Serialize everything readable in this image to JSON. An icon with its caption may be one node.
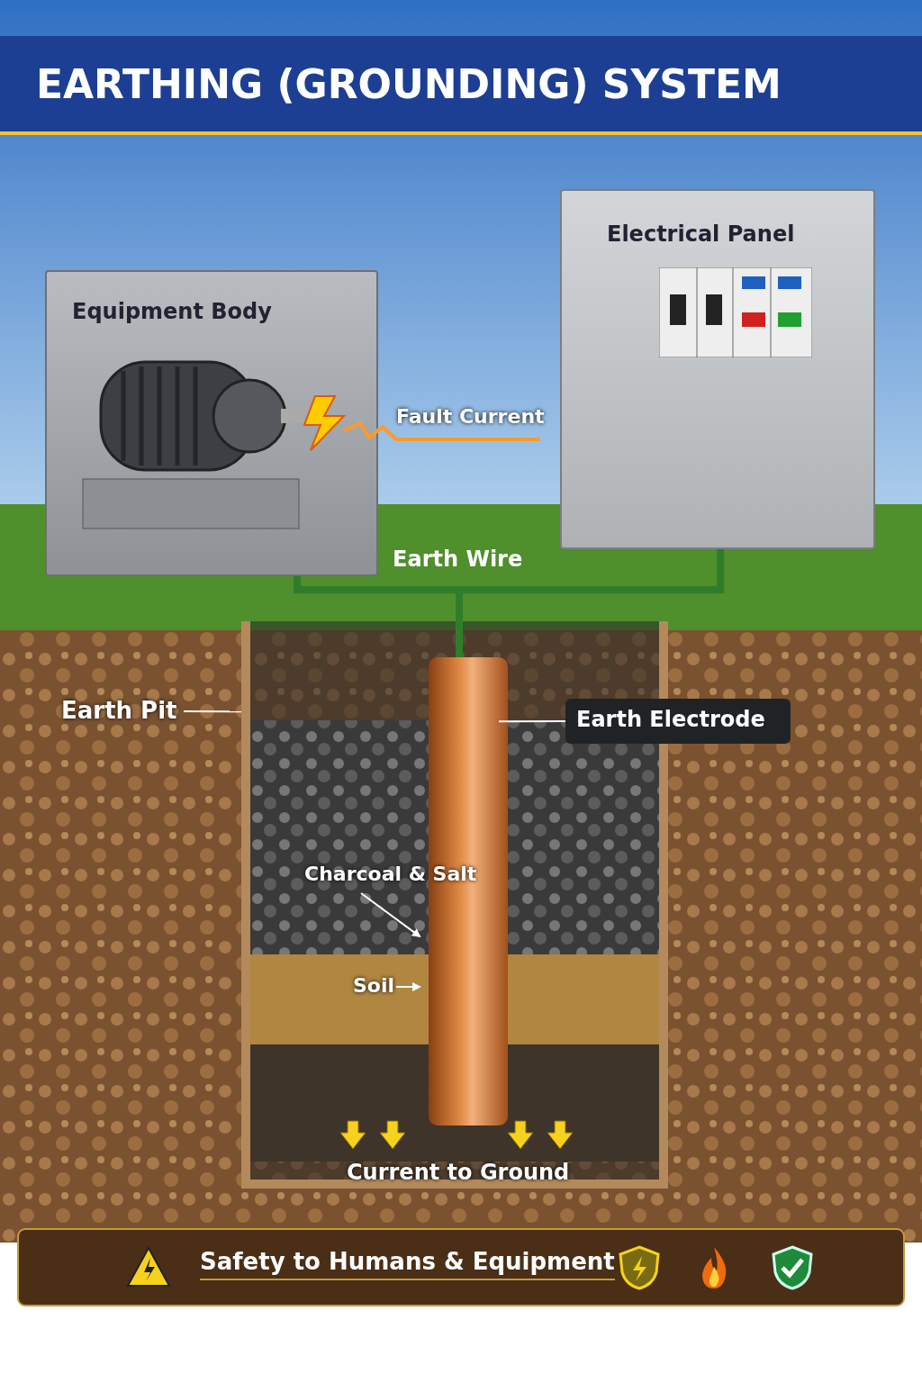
{
  "diagram": {
    "title": "EARTHING (GROUNDING) SYSTEM",
    "nodes": [
      {
        "text": [
          "Equipment Body"
        ]
      },
      {
        "text": [
          "Electrical Panel"
        ]
      },
      {
        "text": [],
        "shape": "box"
      },
      {
        "text": [],
        "shape": "cylinder",
        "in": 2
      },
      {
        "text": [
          "Earth Pit"
        ]
      },
      {
        "text": [
          "Earth Electrode"
        ]
      },
      {
        "text": [
          "Charcoal & Salt"
        ],
        "in": 2
      },
      {
        "text": [
          "Soil"
        ],
        "in": 2
      }
    ],
    "edges": [
      {
        "from": 0,
        "to": 3,
        "arrow": "none",
        "label": "Earth Wire",
        "style": "thick",
        "color": "#2f7d2a"
      },
      {
        "from": 1,
        "to": 3,
        "arrow": "none",
        "style": "thick",
        "color": "#2f7d2a"
      },
      {
        "from": 4,
        "to": 2,
        "arrow": "none"
      },
      {
        "from": 5,
        "to": 3,
        "arrow": "none"
      },
      {
        "from": 6,
        "to": 3,
        "arrow": "to"
      },
      {
        "from": 7,
        "to": 3,
        "arrow": "to"
      }
    ],
    "labels": [
      "Fault Current",
      "Current to Ground",
      "Safety to Humans & Equipment"
    ]
  }
}
